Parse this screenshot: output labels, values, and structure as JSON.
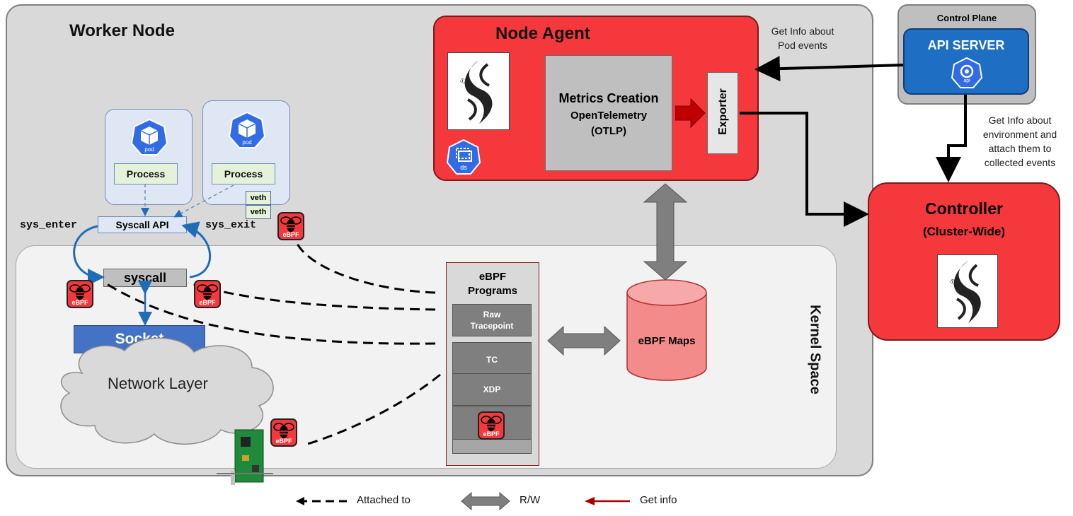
{
  "worker_node": {
    "title": "Worker Node"
  },
  "kernel_space": {
    "title": "Kernel Space"
  },
  "node_agent": {
    "title": "Node Agent",
    "metrics_title": "Metrics Creation",
    "metrics_sub1": "OpenTelemetry",
    "metrics_sub2": "(OTLP)",
    "exporter": "Exporter",
    "logo_text": "SAURON",
    "ds_label": "ds"
  },
  "control_plane": {
    "title": "Control Plane",
    "api_server": "API SERVER",
    "api_label": "api"
  },
  "controller": {
    "title": "Controller",
    "subtitle": "(Cluster-Wide)",
    "logo_text": "SAURON"
  },
  "annotations": {
    "get_info_pod_1": "Get Info about",
    "get_info_pod_2": "Pod events",
    "get_info_env_1": "Get Info about",
    "get_info_env_2": "environment and",
    "get_info_env_3": "attach them to",
    "get_info_env_4": "collected events"
  },
  "pods": [
    {
      "icon_label": "pod",
      "process": "Process"
    },
    {
      "icon_label": "pod",
      "process": "Process"
    }
  ],
  "veth": [
    "veth",
    "veth"
  ],
  "syscall_api": "Syscall API",
  "sys_enter": "sys_enter",
  "sys_exit": "sys_exit",
  "syscall": "syscall",
  "socket": "Socket",
  "network_layer": "Network Layer",
  "ebpf_label": "eBPF",
  "programs": {
    "title_1": "eBPF",
    "title_2": "Programs",
    "raw_1": "Raw",
    "raw_2": "Tracepoint",
    "tc": "TC",
    "xdp": "XDP"
  },
  "maps": "eBPF Maps",
  "legend": {
    "attached": "Attached to",
    "rw": "R/W",
    "get_info": "Get info"
  },
  "colors": {
    "agent_red": "#f5383c",
    "api_blue": "#1e6fc4",
    "pod_blue": "#326ce5",
    "socket_blue": "#4472c4",
    "maps_pink": "#f38b8b",
    "program_gray": "#7f7f7f"
  }
}
